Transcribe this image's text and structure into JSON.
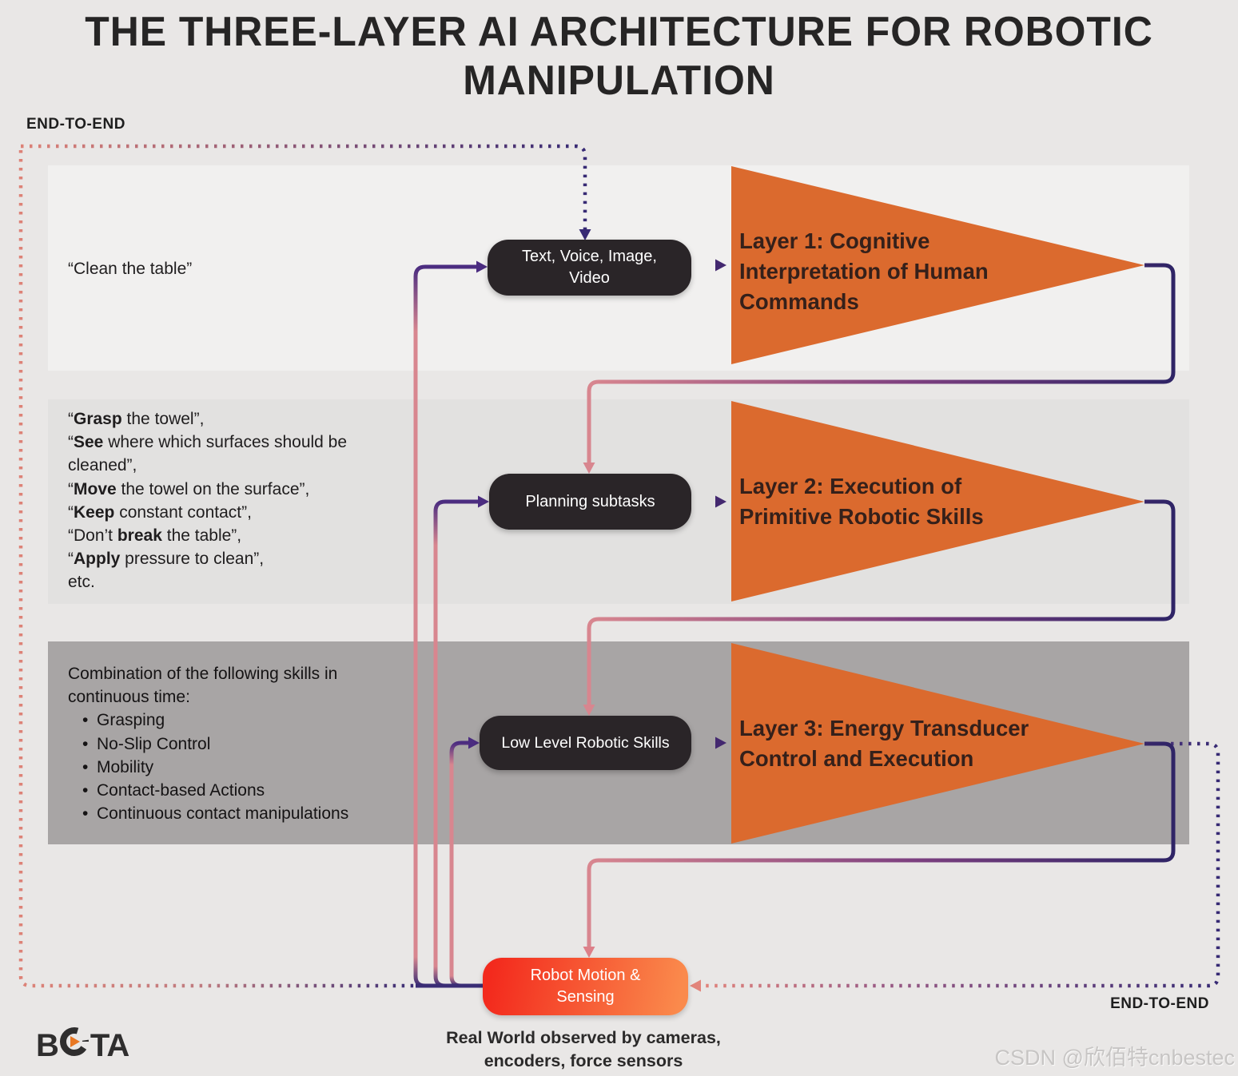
{
  "title": {
    "line1": "THE THREE-LAYER AI ARCHITECTURE FOR ROBOTIC",
    "line2": "MANIPULATION"
  },
  "end_to_end": {
    "top_label": "END-TO-END",
    "bottom_label": "END-TO-END"
  },
  "layer1": {
    "input_text": "“Clean the table”",
    "box_label_line1": "Text, Voice, Image,",
    "box_label_line2": "Video",
    "triangle_label": "Layer 1: Cognitive Interpretation of Human Commands"
  },
  "layer2": {
    "box_label": "Planning subtasks",
    "triangle_label": "Layer 2: Execution of Primitive Robotic Skills",
    "quotes": [
      {
        "pre": "“",
        "bold": "Grasp",
        "rest": " the towel”,"
      },
      {
        "pre": "“",
        "bold": "See",
        "rest": " where which surfaces should be cleaned”,"
      },
      {
        "pre": "“",
        "bold": "Move",
        "rest": " the towel on the surface”,"
      },
      {
        "pre": "“",
        "bold": "Keep",
        "rest": " constant contact”,"
      },
      {
        "pre": "“Don’t ",
        "bold": "break",
        "rest": " the table”,"
      },
      {
        "pre": "“",
        "bold": "Apply",
        "rest": " pressure to clean”,"
      },
      {
        "pre": "etc.",
        "bold": "",
        "rest": ""
      }
    ]
  },
  "layer3": {
    "heading": "Combination of the following skills in continuous time:",
    "skills": [
      "Grasping",
      "No-Slip Control",
      "Mobility",
      "Contact-based Actions",
      "Continuous contact manipulations"
    ],
    "box_label": "Low Level Robotic Skills",
    "triangle_label": "Layer 3: Energy Transducer Control and Execution"
  },
  "bottom": {
    "box_label_line1": "Robot Motion &",
    "box_label_line2": "Sensing",
    "caption_line1": "Real World observed by cameras,",
    "caption_line2": "encoders, force sensors"
  },
  "logo": {
    "left": "B",
    "right": "TA"
  },
  "watermark": "CSDN @欣佰特cnbestec",
  "colors": {
    "triangle_orange": "#db6a2e",
    "box_dark": "#2a2528",
    "line_purple": "#2f2466",
    "arrow_purple": "#4b2c80",
    "line_pink": "#d8868f",
    "dotted_salmon": "#dd8277",
    "robot_red": "#f32a1d",
    "robot_orange": "#fa8a4c",
    "band1_bg": "#f1f0ef",
    "band2_bg": "#e2e1e0",
    "band3_bg": "#a8a5a5"
  }
}
